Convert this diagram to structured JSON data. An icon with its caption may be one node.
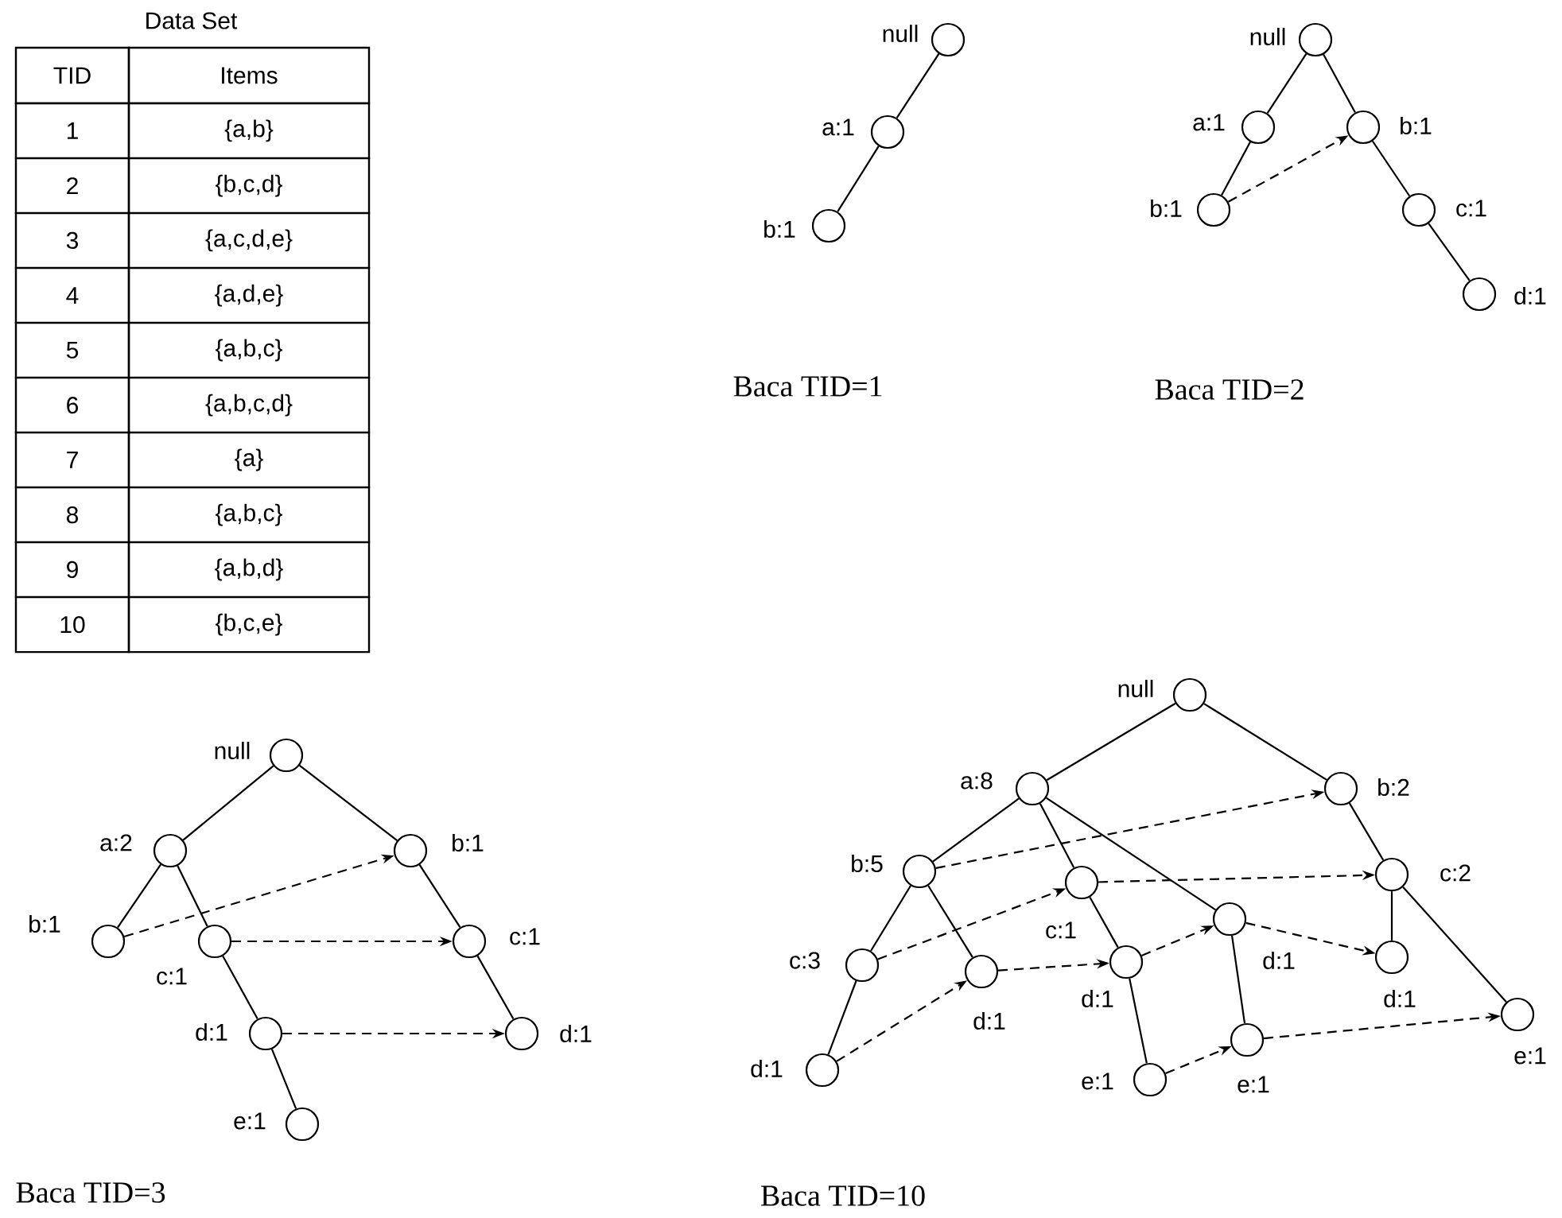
{
  "diagram": {
    "nodes": [
      {
        "text": [
          "null"
        ]
      },
      {
        "text": [
          "a:1"
        ]
      },
      {
        "text": [
          "b:1"
        ]
      },
      {
        "text": [
          "null"
        ]
      },
      {
        "text": [
          "a:1"
        ]
      },
      {
        "text": [
          "b:1"
        ]
      },
      {
        "text": [
          "b:1"
        ]
      },
      {
        "text": [
          "c:1"
        ]
      },
      {
        "text": [
          "d:1"
        ]
      },
      {
        "text": [
          "null"
        ]
      },
      {
        "text": [
          "a:2"
        ]
      },
      {
        "text": [
          "b:1"
        ]
      },
      {
        "text": [
          "b:1"
        ]
      },
      {
        "text": [
          "c:1"
        ]
      },
      {
        "text": [
          "c:1"
        ]
      },
      {
        "text": [
          "d:1"
        ]
      },
      {
        "text": [
          "d:1"
        ]
      },
      {
        "text": [
          "e:1"
        ]
      },
      {
        "text": [
          "null"
        ]
      },
      {
        "text": [
          "a:8"
        ]
      },
      {
        "text": [
          "b:2"
        ]
      },
      {
        "text": [
          "b:5"
        ]
      },
      {
        "text": [
          "c:1"
        ]
      },
      {
        "text": [
          "c:2"
        ]
      },
      {
        "text": [
          "d:1"
        ]
      },
      {
        "text": [
          "c:3"
        ]
      },
      {
        "text": [
          "d:1"
        ]
      },
      {
        "text": [
          "d:1"
        ]
      },
      {
        "text": [
          "d:1"
        ]
      },
      {
        "text": [
          "e:1"
        ]
      },
      {
        "text": [
          "d:1"
        ]
      },
      {
        "text": [
          "e:1"
        ]
      },
      {
        "text": [
          "e:1"
        ]
      }
    ],
    "edges": [
      {
        "from": 0,
        "to": 1,
        "arrow": "none"
      },
      {
        "from": 1,
        "to": 2,
        "arrow": "none"
      },
      {
        "from": 3,
        "to": 4,
        "arrow": "none"
      },
      {
        "from": 3,
        "to": 5,
        "arrow": "none"
      },
      {
        "from": 4,
        "to": 6,
        "arrow": "none"
      },
      {
        "from": 5,
        "to": 7,
        "arrow": "none"
      },
      {
        "from": 7,
        "to": 8,
        "arrow": "none"
      },
      {
        "from": 6,
        "to": 5,
        "arrow": "to",
        "style": "dashed"
      },
      {
        "from": 9,
        "to": 10,
        "arrow": "none"
      },
      {
        "from": 9,
        "to": 11,
        "arrow": "none"
      },
      {
        "from": 10,
        "to": 12,
        "arrow": "none"
      },
      {
        "from": 10,
        "to": 13,
        "arrow": "none"
      },
      {
        "from": 13,
        "to": 15,
        "arrow": "none"
      },
      {
        "from": 15,
        "to": 17,
        "arrow": "none"
      },
      {
        "from": 11,
        "to": 14,
        "arrow": "none"
      },
      {
        "from": 14,
        "to": 16,
        "arrow": "none"
      },
      {
        "from": 12,
        "to": 11,
        "arrow": "to",
        "style": "dashed"
      },
      {
        "from": 13,
        "to": 14,
        "arrow": "to",
        "style": "dashed"
      },
      {
        "from": 15,
        "to": 16,
        "arrow": "to",
        "style": "dashed"
      },
      {
        "from": 18,
        "to": 19,
        "arrow": "none"
      },
      {
        "from": 18,
        "to": 20,
        "arrow": "none"
      },
      {
        "from": 19,
        "to": 21,
        "arrow": "none"
      },
      {
        "from": 19,
        "to": 22,
        "arrow": "none"
      },
      {
        "from": 19,
        "to": 24,
        "arrow": "none"
      },
      {
        "from": 21,
        "to": 25,
        "arrow": "none"
      },
      {
        "from": 21,
        "to": 26,
        "arrow": "none"
      },
      {
        "from": 25,
        "to": 30,
        "arrow": "none"
      },
      {
        "from": 22,
        "to": 27,
        "arrow": "none"
      },
      {
        "from": 27,
        "to": 31,
        "arrow": "none"
      },
      {
        "from": 24,
        "to": 32,
        "arrow": "none"
      },
      {
        "from": 20,
        "to": 23,
        "arrow": "none"
      },
      {
        "from": 23,
        "to": 28,
        "arrow": "none"
      },
      {
        "from": 23,
        "to": 29,
        "arrow": "none"
      },
      {
        "from": 21,
        "to": 20,
        "arrow": "to",
        "style": "dashed"
      },
      {
        "from": 25,
        "to": 22,
        "arrow": "to",
        "style": "dashed"
      },
      {
        "from": 22,
        "to": 23,
        "arrow": "to",
        "style": "dashed"
      },
      {
        "from": 30,
        "to": 26,
        "arrow": "to",
        "style": "dashed"
      },
      {
        "from": 26,
        "to": 27,
        "arrow": "to",
        "style": "dashed"
      },
      {
        "from": 27,
        "to": 24,
        "arrow": "to",
        "style": "dashed"
      },
      {
        "from": 24,
        "to": 28,
        "arrow": "to",
        "style": "dashed"
      },
      {
        "from": 31,
        "to": 32,
        "arrow": "to",
        "style": "dashed"
      },
      {
        "from": 32,
        "to": 29,
        "arrow": "to",
        "style": "dashed"
      }
    ],
    "labels": [
      "Data Set",
      "TID",
      "Items",
      "1",
      "{a,b}",
      "2",
      "{b,c,d}",
      "3",
      "{a,c,d,e}",
      "4",
      "{a,d,e}",
      "5",
      "{a,b,c}",
      "6",
      "{a,b,c,d}",
      "7",
      "{a}",
      "8",
      "{a,b,c}",
      "9",
      "{a,b,d}",
      "10",
      "{b,c,e}",
      "Baca TID=1",
      "Baca TID=2",
      "Baca TID=3",
      "Baca TID=10"
    ]
  }
}
